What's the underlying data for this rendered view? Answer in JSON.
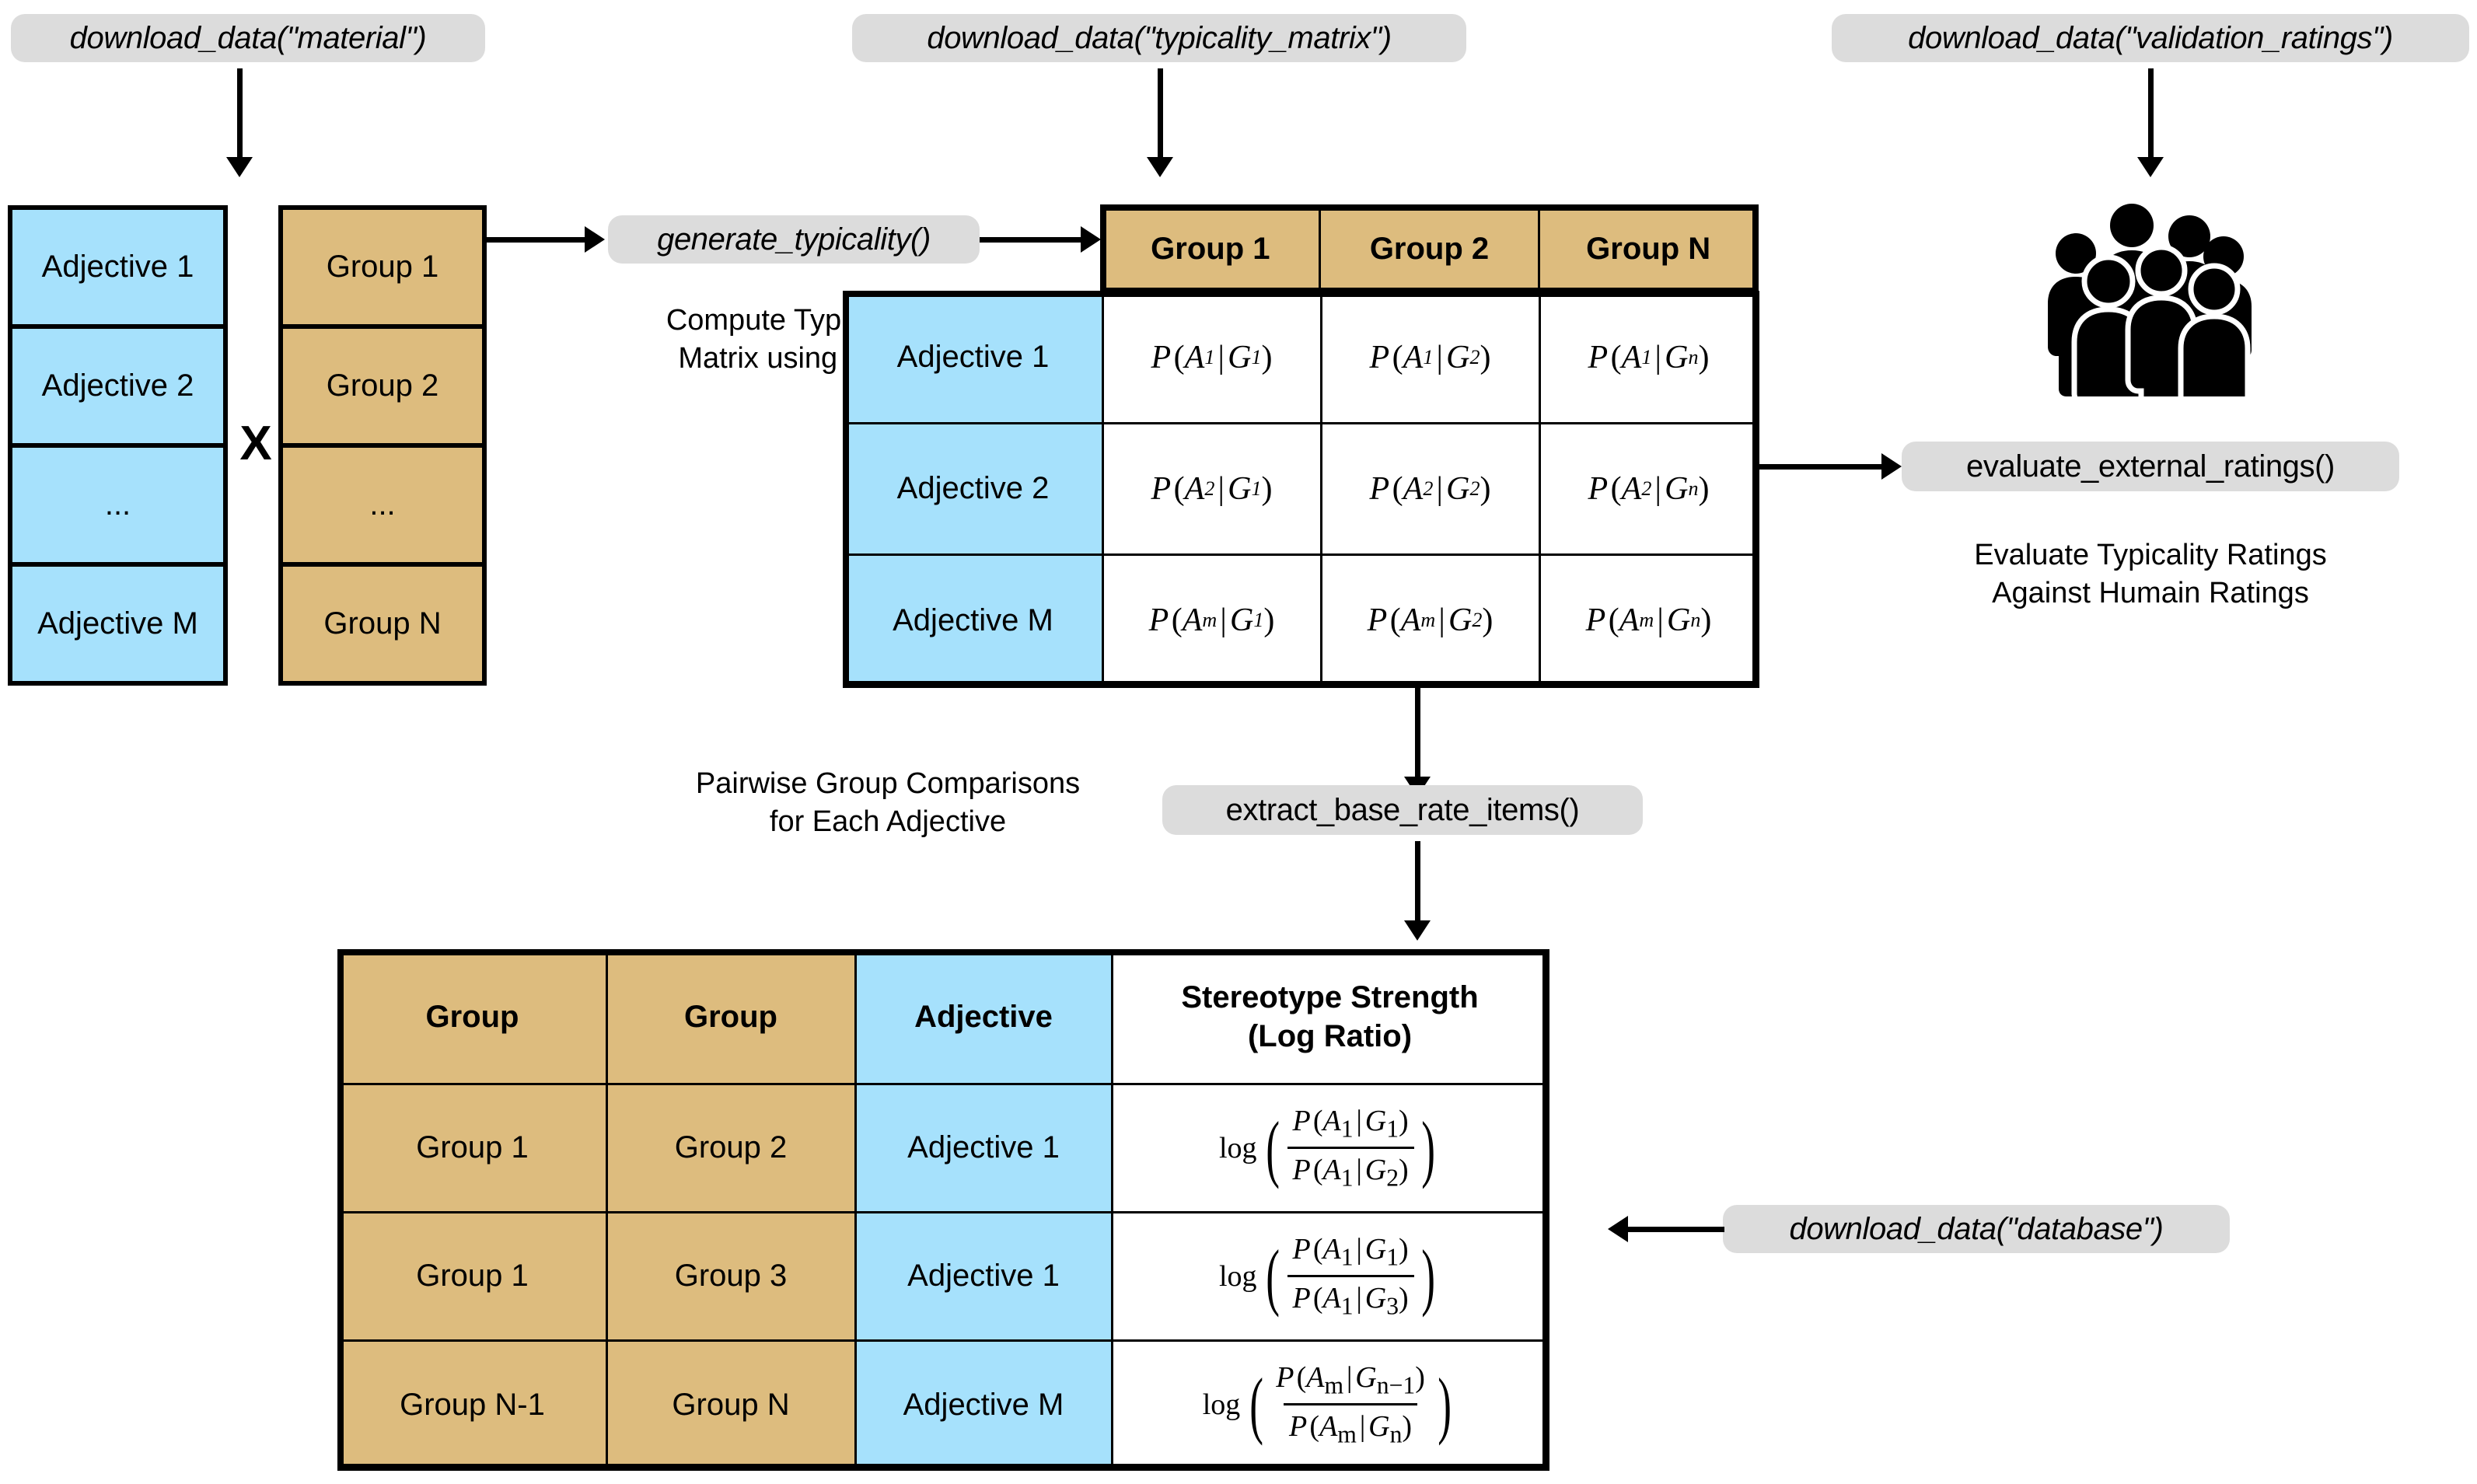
{
  "calls": {
    "material": "download_data(\"material\")",
    "typicality_matrix": "download_data(\"typicality_matrix\")",
    "validation_ratings": "download_data(\"validation_ratings\")",
    "generate_typicality": "generate_typicality()",
    "evaluate_external_ratings": "evaluate_external_ratings()",
    "extract_base_rate_items": "extract_base_rate_items()",
    "database": "download_data(\"database\")"
  },
  "captions": {
    "compute_typicality": "Compute Typicality\nMatrix using LLM",
    "evaluate_ratings": "Evaluate Typicality Ratings\nAgainst Humain Ratings",
    "pairwise": "Pairwise Group Comparisons\nfor Each Adjective"
  },
  "operator": {
    "cross": "X"
  },
  "adjective_column": {
    "items": [
      "Adjective 1",
      "Adjective 2",
      "...",
      "Adjective M"
    ]
  },
  "group_column": {
    "items": [
      "Group 1",
      "Group 2",
      "...",
      "Group N"
    ]
  },
  "typicality_matrix": {
    "column_headers": [
      "Group 1",
      "Group 2",
      "Group N"
    ],
    "row_headers": [
      "Adjective 1",
      "Adjective 2",
      "Adjective M"
    ],
    "cells": [
      [
        {
          "adj": "A",
          "adj_sub": "1",
          "grp": "G",
          "grp_sub": "1"
        },
        {
          "adj": "A",
          "adj_sub": "1",
          "grp": "G",
          "grp_sub": "2"
        },
        {
          "adj": "A",
          "adj_sub": "1",
          "grp": "G",
          "grp_sub": "n"
        }
      ],
      [
        {
          "adj": "A",
          "adj_sub": "2",
          "grp": "G",
          "grp_sub": "1"
        },
        {
          "adj": "A",
          "adj_sub": "2",
          "grp": "G",
          "grp_sub": "2"
        },
        {
          "adj": "A",
          "adj_sub": "2",
          "grp": "G",
          "grp_sub": "n"
        }
      ],
      [
        {
          "adj": "A",
          "adj_sub": "m",
          "grp": "G",
          "grp_sub": "1"
        },
        {
          "adj": "A",
          "adj_sub": "m",
          "grp": "G",
          "grp_sub": "2"
        },
        {
          "adj": "A",
          "adj_sub": "m",
          "grp": "G",
          "grp_sub": "n"
        }
      ]
    ]
  },
  "results_table": {
    "headers": [
      "Group",
      "Group",
      "Adjective",
      "Stereotype Strength\n(Log Ratio)"
    ],
    "rows": [
      {
        "group_a": "Group 1",
        "group_b": "Group 2",
        "adjective": "Adjective 1",
        "numer": {
          "adj": "A",
          "adj_sub": "1",
          "grp": "G",
          "grp_sub": "1"
        },
        "denom": {
          "adj": "A",
          "adj_sub": "1",
          "grp": "G",
          "grp_sub": "2"
        }
      },
      {
        "group_a": "Group 1",
        "group_b": "Group 3",
        "adjective": "Adjective 1",
        "numer": {
          "adj": "A",
          "adj_sub": "1",
          "grp": "G",
          "grp_sub": "1"
        },
        "denom": {
          "adj": "A",
          "adj_sub": "1",
          "grp": "G",
          "grp_sub": "3"
        }
      },
      {
        "group_a": "Group N-1",
        "group_b": "Group N",
        "adjective": "Adjective M",
        "numer": {
          "adj": "A",
          "adj_sub": "m",
          "grp": "G",
          "grp_sub": "n−1"
        },
        "denom": {
          "adj": "A",
          "adj_sub": "m",
          "grp": "G",
          "grp_sub": "n"
        }
      }
    ]
  },
  "icons": {
    "people": "people-group-icon"
  },
  "colors": {
    "adjective_fill": "#a6e1fc",
    "group_fill": "#ddbc7e",
    "pill_fill": "#dcdcdc",
    "stroke": "#000000",
    "background": "#ffffff"
  },
  "math_symbols": {
    "probability": "P",
    "log": "log",
    "given": "|"
  }
}
